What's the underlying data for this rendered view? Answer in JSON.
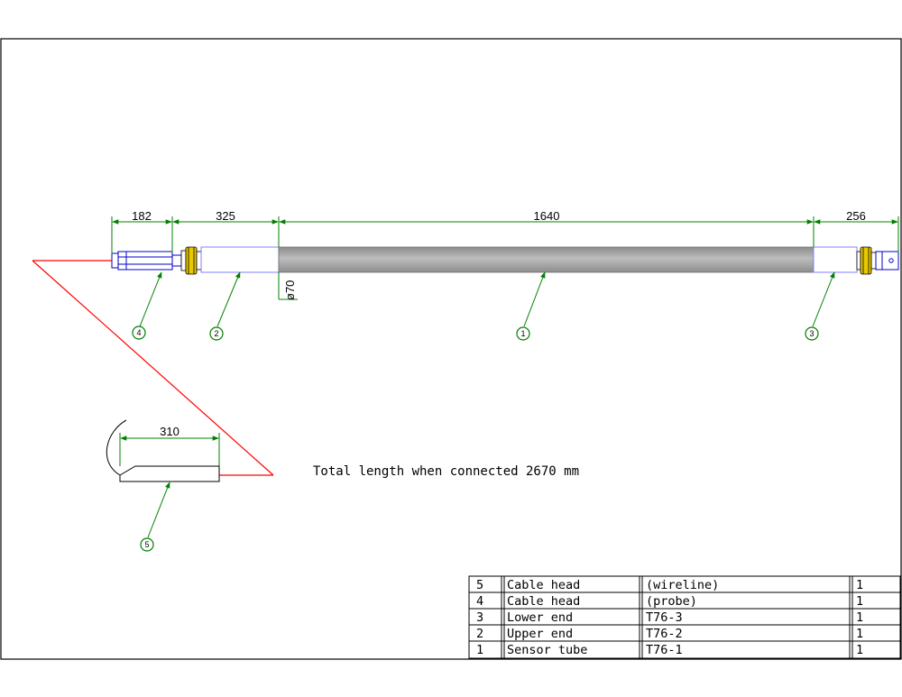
{
  "dimensions": {
    "cable_head_probe": "182",
    "upper_end": "325",
    "sensor_tube": "1640",
    "lower_end": "256",
    "diameter": "ø70",
    "cable_head_wireline": "310"
  },
  "note": "Total length when connected 2670 mm",
  "balloons": [
    "1",
    "2",
    "3",
    "4",
    "5"
  ],
  "parts_list": [
    {
      "item": "5",
      "name": "Cable head",
      "ref": "(wireline)",
      "qty": "1"
    },
    {
      "item": "4",
      "name": "Cable head",
      "ref": "(probe)",
      "qty": "1"
    },
    {
      "item": "3",
      "name": "Lower end",
      "ref": "T76-3",
      "qty": "1"
    },
    {
      "item": "2",
      "name": "Upper end",
      "ref": "T76-2",
      "qty": "1"
    },
    {
      "item": "1",
      "name": "Sensor tube",
      "ref": "T76-1",
      "qty": "1"
    }
  ],
  "colors": {
    "dimension": "#008000",
    "frame": "#000000",
    "leader_red": "#ff0000",
    "probe_blue": "#0000cc",
    "tube_gray": "#a8a8a8",
    "end_outline": "#8080ff",
    "nut_yellow": "#e8c800"
  }
}
